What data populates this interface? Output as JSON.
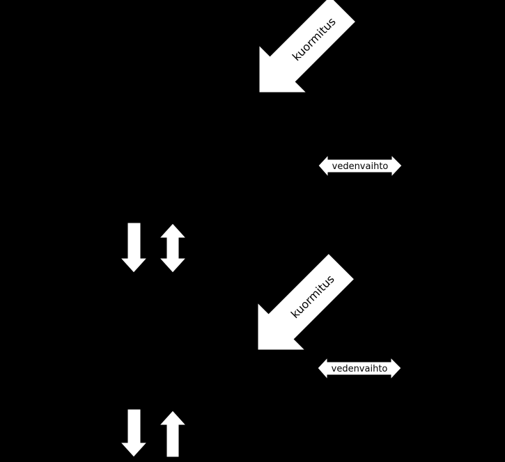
{
  "colors": {
    "background": "#000000",
    "arrow_fill": "#ffffff",
    "arrow_stroke": "#000000",
    "label_text": "#000000"
  },
  "top_group": {
    "load_label": "kuormitus",
    "exchange_label": "vedenvaihto",
    "vertical_arrows": [
      "arrow-down-icon",
      "double-vertical-arrow-icon"
    ]
  },
  "bottom_group": {
    "load_label": "kuormitus",
    "exchange_label": "vedenvaihto",
    "vertical_arrows": [
      "arrow-down-icon",
      "arrow-up-icon"
    ]
  }
}
